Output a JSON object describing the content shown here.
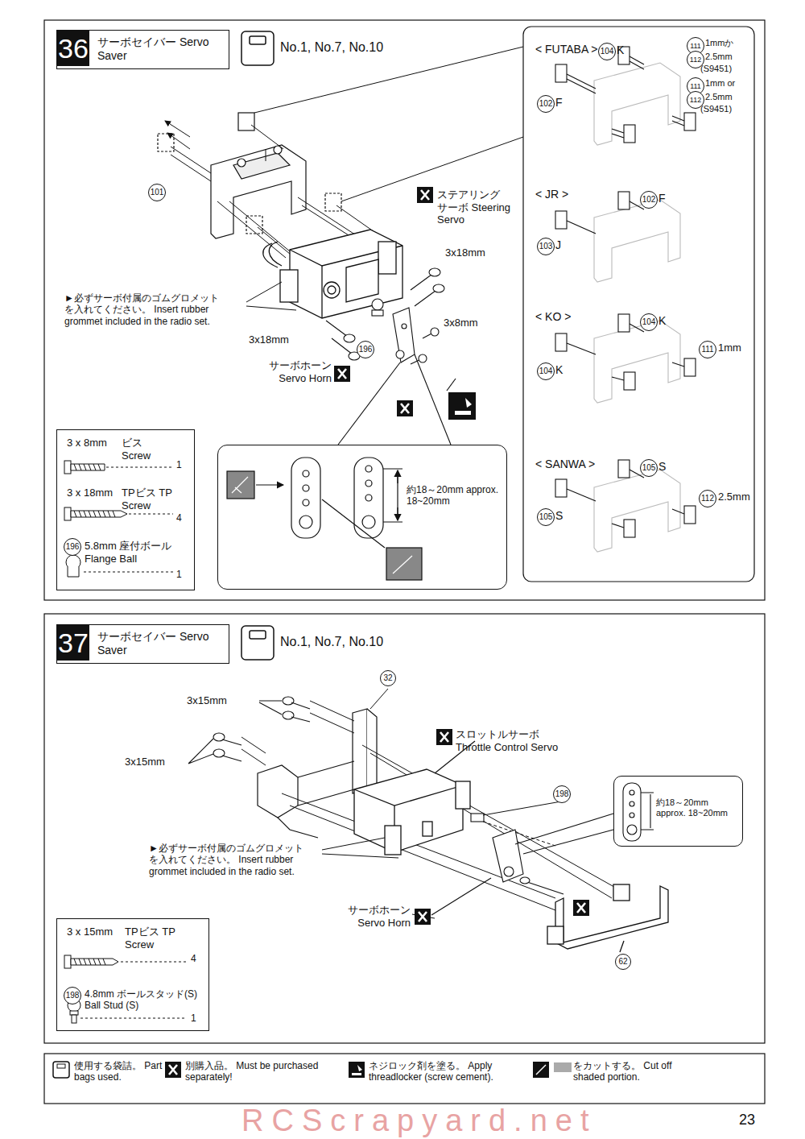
{
  "diagram": {
    "nodes": [
      {
        "text": [
          "36",
          "サーボセイバー Servo Saver"
        ]
      },
      {
        "text": [
          "No.1, No.7, No.10"
        ]
      },
      {
        "text": [
          "3 x 8mm",
          "ビス Screw",
          "1",
          "3 x 18mm",
          "TPビス TP Screw",
          "4",
          "196",
          "5.8mm 座付ボール Flange Ball",
          "1"
        ]
      },
      {
        "text": [
          "約18～20mm approx. 18~20mm"
        ]
      },
      {
        "text": [
          "< FUTABA >",
          "104",
          "K",
          "111",
          "1mmか",
          "112",
          "2.5mm",
          "(S9451)",
          "111",
          "1mm or",
          "112",
          "2.5mm",
          "(S9451)",
          "102",
          "F",
          "< JR >",
          "102",
          "F",
          "103",
          "J",
          "< KO >",
          "104",
          "K",
          "111",
          "1mm",
          "104",
          "K",
          "< SANWA >",
          "105",
          "S",
          "112",
          "2.5mm",
          "105",
          "S"
        ]
      },
      {
        "text": [
          "37",
          "サーボセイバー Servo Saver"
        ]
      },
      {
        "text": [
          "No.1, No.7, No.10"
        ]
      },
      {
        "text": [
          "3 x 15mm",
          "TPビス TP Screw",
          "4",
          "198",
          "4.8mm ボールスタッド(S) Ball Stud (S)",
          "1"
        ]
      },
      {
        "text": [
          "約18～20mm approx. 18~20mm"
        ]
      }
    ],
    "labels": [
      "101",
      "ステアリング サーボ Steering Servo",
      "3x18mm",
      "►必ずサーボ付属のゴムグロメット を入れてください。 Insert rubber grommet included in the radio set.",
      "3x8mm",
      "3x18mm",
      "196",
      "サーボホーン Servo Horn",
      "32",
      "3x15mm",
      "3x15mm",
      "スロットルサーボ Throttle Control Servo",
      "198",
      "►必ずサーボ付属のゴムグロメット を入れてください。 Insert rubber grommet included in the radio set.",
      "サーボホーン Servo Horn",
      "62",
      "RCScrapyard.net",
      "23"
    ],
    "legend": [
      {
        "text": "使用する袋詰。 Part bags used."
      },
      {
        "text": "別購入品。 Must be purchased separately!"
      },
      {
        "text": "ネジロック剤を塗る。 Apply threadlocker (screw cement)."
      },
      {
        "text": "をカットする。 Cut off shaded portion."
      }
    ]
  }
}
